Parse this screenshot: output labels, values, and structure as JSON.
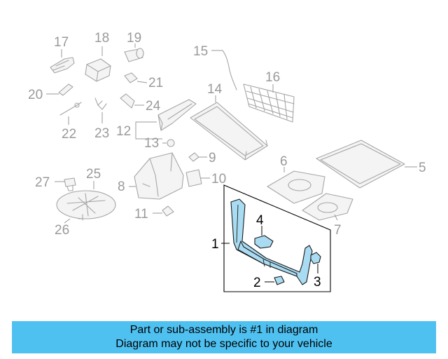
{
  "callouts": {
    "c1": "1",
    "c2": "2",
    "c3": "3",
    "c4": "4",
    "c5": "5",
    "c6": "6",
    "c7": "7",
    "c8": "8",
    "c9": "9",
    "c10": "10",
    "c11": "11",
    "c12": "12",
    "c13": "13",
    "c14": "14",
    "c15": "15",
    "c16": "16",
    "c17": "17",
    "c18": "18",
    "c19": "19",
    "c20": "20",
    "c21": "21",
    "c22": "22",
    "c23": "23",
    "c24": "24",
    "c25": "25",
    "c26": "26",
    "c27": "27"
  },
  "highlight_color": "#a9dcf2",
  "banner_color": "#4fc1f1",
  "caption": {
    "line1": "Part or sub-assembly is #1 in diagram",
    "line2": "Diagram may not be specific to your vehicle"
  }
}
